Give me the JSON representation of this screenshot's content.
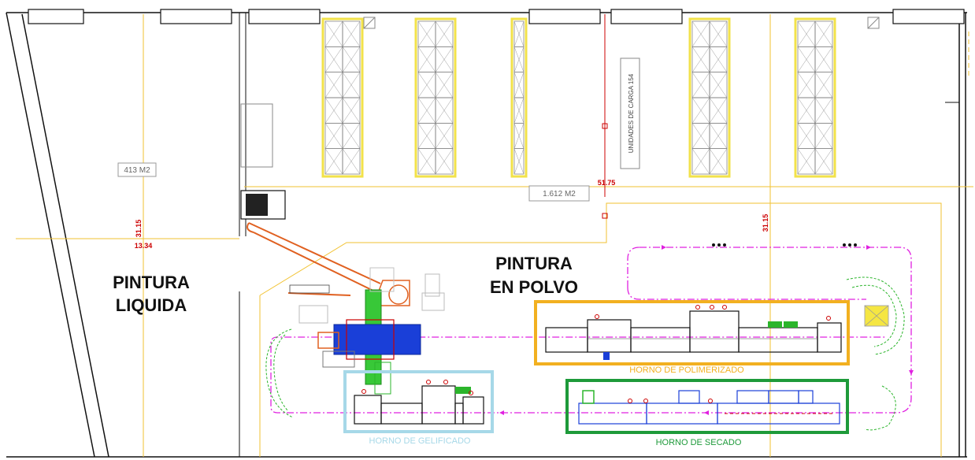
{
  "zones": {
    "liquida_line1": "PINTURA",
    "liquida_line2": "LIQUIDA",
    "polvo_line1": "PINTURA",
    "polvo_line2": "EN POLVO"
  },
  "areas": {
    "left": "413 M2",
    "main": "1.612 M2"
  },
  "dimensions": {
    "left_width": "13.34",
    "left_height": "31.15",
    "main_width": "51.75",
    "main_height": "31.15"
  },
  "storage_label": "UNIDADES DE CARGA 154",
  "ovens": {
    "polimerizado": "HORNO DE POLIMERIZADO",
    "gelificado": "HORNO DE GELIFICADO",
    "secado": "HORNO DE SECADO"
  },
  "colors": {
    "wall": "#111111",
    "guide": "#f2c230",
    "conveyor": "#e020e0",
    "polimerizado": "#f2b020",
    "gelificado": "#a6d8e8",
    "secado": "#1e9a3a",
    "dimension": "#cc0000"
  }
}
